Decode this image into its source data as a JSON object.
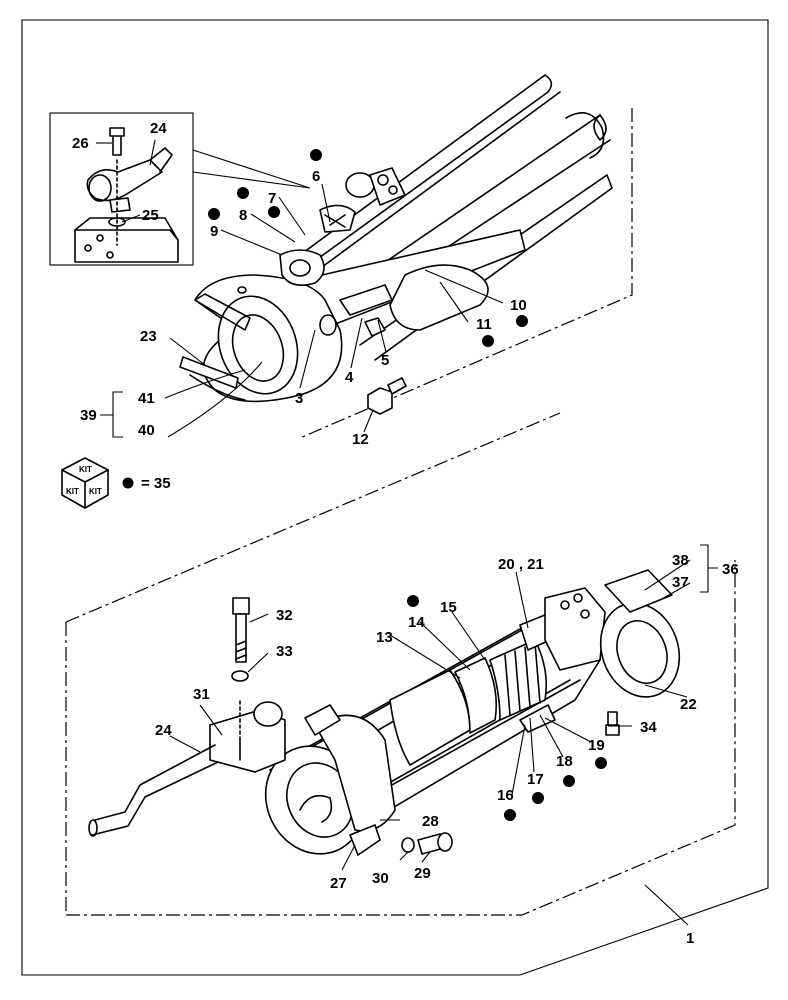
{
  "callouts": {
    "c1": "1",
    "c3": "3",
    "c4": "4",
    "c5": "5",
    "c6": "6",
    "c7": "7",
    "c8": "8",
    "c9": "9",
    "c10": "10",
    "c11": "11",
    "c12": "12",
    "c13": "13",
    "c14": "14",
    "c15": "15",
    "c16": "16",
    "c17": "17",
    "c18": "18",
    "c19": "19",
    "c20_21": "20 , 21",
    "c22": "22",
    "c23": "23",
    "c24_top": "24",
    "c24_bottom": "24",
    "c25": "25",
    "c26": "26",
    "c27": "27",
    "c28": "28",
    "c29": "29",
    "c30": "30",
    "c31": "31",
    "c32": "32",
    "c33": "33",
    "c34": "34",
    "c36": "36",
    "c37": "37",
    "c38": "38",
    "c39": "39",
    "c40": "40",
    "c41": "41"
  },
  "legend": {
    "kit_label": "KIT",
    "equals_text": "= 35"
  }
}
